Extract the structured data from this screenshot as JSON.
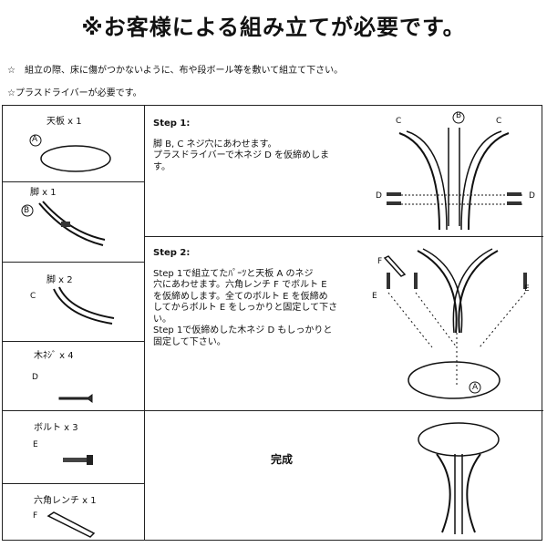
{
  "title": "※お客様による組み立てが必要です。",
  "notes": [
    "☆　組立の際、床に傷がつかないように、布や段ボール等を敷いて組立て下さい。",
    "☆プラスドライバーが必要です。"
  ],
  "parts": [
    {
      "name": "天板 x 1",
      "letter": "A"
    },
    {
      "name": "脚 x 1",
      "letter": "B"
    },
    {
      "name": "脚 x 2",
      "letter": "C"
    },
    {
      "name": "木ﾈｼﾞ x 4",
      "letter": "D"
    },
    {
      "name": "ボルト x 3",
      "letter": "E"
    },
    {
      "name": "六角レンチ x 1",
      "letter": "F"
    }
  ],
  "step1": {
    "heading": "Step 1:",
    "text": "脚 B, C ネジ穴にあわせます。\nプラスドライバーで木ネジ D を仮締めしま\nす。",
    "labels": {
      "b": "B",
      "c": "C",
      "d": "D"
    }
  },
  "step2": {
    "heading": "Step 2:",
    "text": "Step 1で組立てたﾊﾟｰﾂと天板 A のネジ\n穴にあわせます。六角レンチ F でボルト E\nを仮締めします。全てのボルト E を仮締め\nしてからボルト E をしっかりと固定して下さ\nい。\nStep 1で仮締めした木ネジ D もしっかりと\n固定して下さい。",
    "labels": {
      "a": "A",
      "e": "E",
      "f": "F"
    }
  },
  "step3": {
    "text": "完成"
  }
}
